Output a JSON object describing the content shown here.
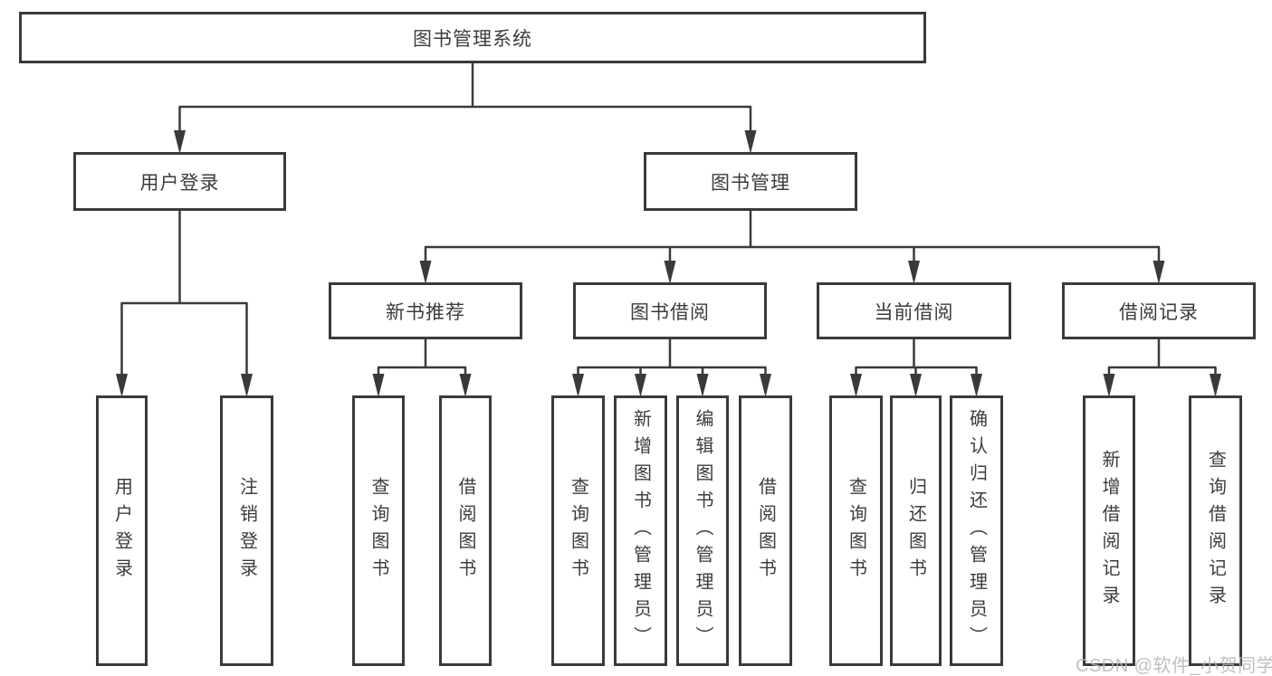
{
  "diagram": {
    "tree": {
      "label": "图书管理系统",
      "children": [
        {
          "label": "用户登录",
          "children": [
            {
              "label": "用户登录"
            },
            {
              "label": "注销登录"
            }
          ]
        },
        {
          "label": "图书管理",
          "children": [
            {
              "label": "新书推荐",
              "children": [
                {
                  "label": "查询图书"
                },
                {
                  "label": "借阅图书"
                }
              ]
            },
            {
              "label": "图书借阅",
              "children": [
                {
                  "label": "查询图书"
                },
                {
                  "label": "新增图书（管理员）"
                },
                {
                  "label": "编辑图书（管理员）"
                },
                {
                  "label": "借阅图书"
                }
              ]
            },
            {
              "label": "当前借阅",
              "children": [
                {
                  "label": "查询图书"
                },
                {
                  "label": "归还图书"
                },
                {
                  "label": "确认归还（管理员）"
                }
              ]
            },
            {
              "label": "借阅记录",
              "children": [
                {
                  "label": "新增借阅记录"
                },
                {
                  "label": "查询借阅记录"
                }
              ]
            }
          ]
        }
      ]
    },
    "watermark": "CSDN @软件_小贺同学",
    "colors": {
      "line": "#3a3a3a",
      "text": "#3c3c3c",
      "watermark": "#b9b2b5",
      "background": "#ffffff"
    }
  }
}
